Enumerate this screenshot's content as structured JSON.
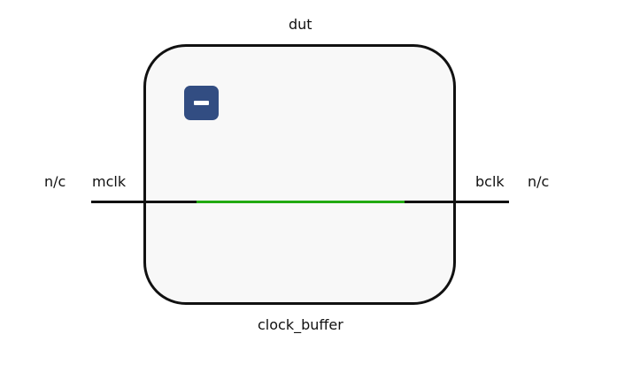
{
  "instance_label": "dut",
  "module_label": "clock_buffer",
  "ports": {
    "input": {
      "name": "mclk",
      "connection": "n/c"
    },
    "output": {
      "name": "bclk",
      "connection": "n/c"
    }
  },
  "colors": {
    "block_fill": "#f8f8f8",
    "block_border": "#111111",
    "wire": "#111111",
    "active_wire": "#22aa11",
    "button": "#324d82"
  },
  "icons": {
    "collapse": "minus-icon"
  }
}
